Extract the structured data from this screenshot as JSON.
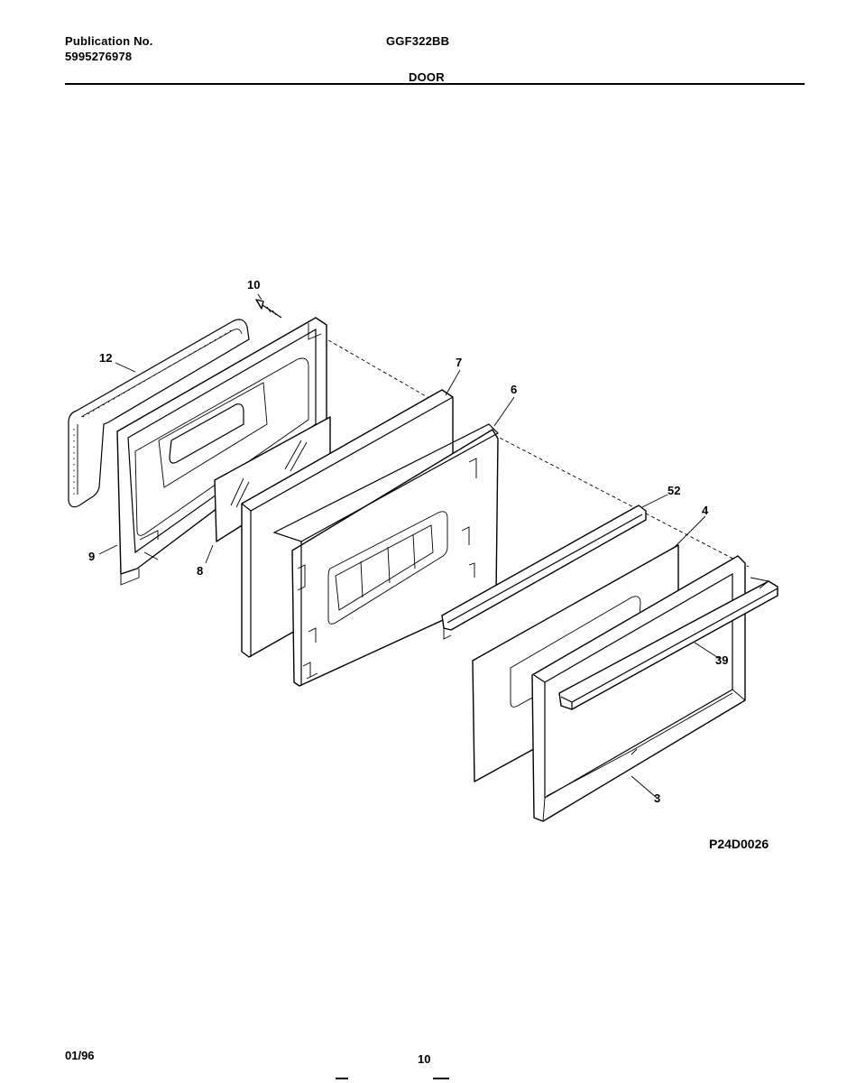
{
  "header": {
    "publication_label": "Publication No.",
    "publication_number": "5995276978",
    "model": "GGF322BB",
    "section": "DOOR"
  },
  "diagram": {
    "code": "P24D0026",
    "callouts": {
      "c10": "10",
      "c12": "12",
      "c7": "7",
      "c6": "6",
      "c52": "52",
      "c4": "4",
      "c9": "9",
      "c8": "8",
      "c39": "39",
      "c3": "3"
    }
  },
  "footer": {
    "date": "01/96",
    "page": "10"
  }
}
